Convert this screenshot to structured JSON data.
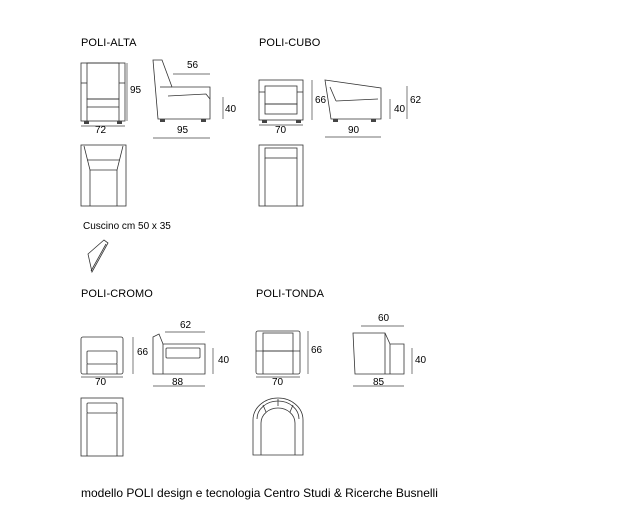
{
  "models": {
    "alta": {
      "title": "POLI-ALTA",
      "front_width": "72",
      "height": "95",
      "side_depth": "95",
      "seat_depth": "56",
      "seat_height": "40"
    },
    "cubo": {
      "title": "POLI-CUBO",
      "front_width": "70",
      "height": "66",
      "side_depth": "90",
      "seat_height": "40",
      "back_height": "62"
    },
    "cromo": {
      "title": "POLI-CROMO",
      "front_width": "70",
      "height": "66",
      "side_depth": "88",
      "seat_depth": "62",
      "seat_height": "40"
    },
    "tonda": {
      "title": "POLI-TONDA",
      "front_width": "70",
      "height": "66",
      "side_depth": "85",
      "seat_depth": "60",
      "seat_height": "40"
    }
  },
  "cushion": {
    "label": "Cuscino  cm 50 x 35"
  },
  "footer": {
    "text": "modello POLI design e tecnologia  Centro Studi & Ricerche Busnelli"
  }
}
